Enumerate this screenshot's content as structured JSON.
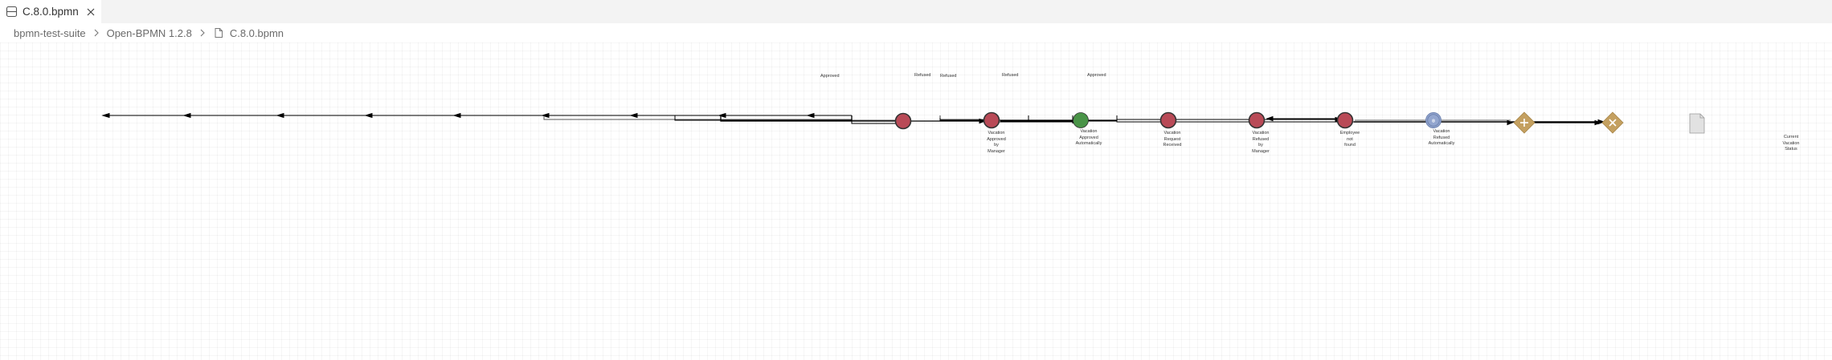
{
  "tab": {
    "title": "C.8.0.bpmn",
    "icon": "bpmn-editor-icon",
    "close_icon": "close-icon"
  },
  "breadcrumb": {
    "items": [
      "bpmn-test-suite",
      "Open-BPMN 1.2.8",
      "C.8.0.bpmn"
    ],
    "separator_icon": "chevron-right-icon",
    "file_icon": "file-icon"
  },
  "diagram": {
    "colors": {
      "end_event": "#b94a57",
      "start_event": "#4a9448",
      "intermediate_event": "#93a6cf",
      "gateway": "#c4a060",
      "data_object": "#e2e2e2",
      "sequence_flow": "#000000"
    },
    "events": [
      {
        "type": "end",
        "label": ""
      },
      {
        "type": "end",
        "label": "Vacation\nApproved\nby\nManager"
      },
      {
        "type": "start",
        "label": "Vacation\nApproved\nAutomatically"
      },
      {
        "type": "end",
        "label": "Vacation\nRequest\nReceived"
      },
      {
        "type": "end",
        "label": "Vacation\nRefused\nby\nManager"
      },
      {
        "type": "end",
        "label": "Employee\nnot\nfound"
      },
      {
        "type": "intermediate",
        "label": "Vacation\nRefused\nAutomatically"
      }
    ],
    "gateways": [
      {
        "type": "parallel",
        "label": ""
      },
      {
        "type": "exclusive",
        "label": ""
      }
    ],
    "data_objects": [
      {
        "label": "Current\nVacation\nStatus"
      }
    ],
    "flow_labels": [
      "Approved",
      "Refused",
      "Refused",
      "Refused",
      "Approved"
    ]
  }
}
